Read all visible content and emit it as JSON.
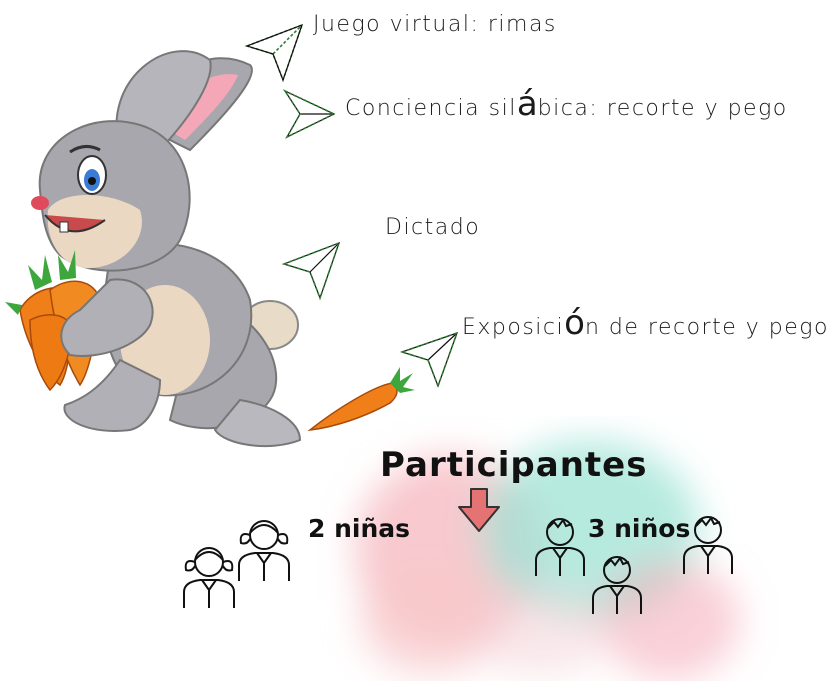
{
  "activities": [
    {
      "before": "Juego virtual: rimas",
      "accent": "",
      "after": ""
    },
    {
      "before": "Conciencia sil",
      "accent": "á",
      "after": "bica: recorte y pego"
    },
    {
      "before": "Dictado",
      "accent": "",
      "after": ""
    },
    {
      "before": "Exposici",
      "accent": "ó",
      "after": "n de recorte y pego"
    }
  ],
  "participants": {
    "title": "Participantes",
    "girls_label": "2 niñas",
    "boys_label": "3 niños"
  },
  "colors": {
    "arrow_stroke": "#2e7d32",
    "down_arrow": "#e57373",
    "bunny_gray": "#a7a7ad",
    "carrot": "#f07f1a",
    "watercolor_pink": "#f6b7bd",
    "watercolor_teal": "#9de3d4"
  },
  "icons": [
    "bunny-illustration",
    "carrot-icon",
    "paper-plane-icon",
    "down-arrow-icon",
    "girl-icon",
    "boy-icon"
  ]
}
